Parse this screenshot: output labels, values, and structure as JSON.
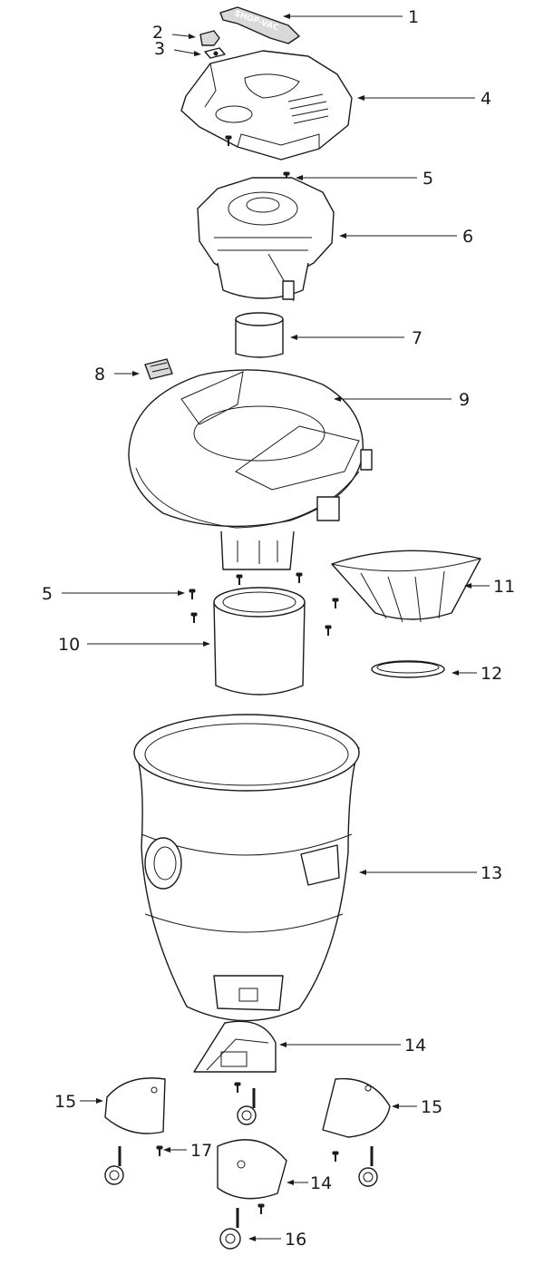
{
  "diagram": {
    "type": "exploded-parts-view",
    "handle_logo_text": "SHOP-VAC",
    "callouts": [
      {
        "id": "c1",
        "label": "1"
      },
      {
        "id": "c2",
        "label": "2"
      },
      {
        "id": "c3",
        "label": "3"
      },
      {
        "id": "c4",
        "label": "4"
      },
      {
        "id": "c5a",
        "label": "5"
      },
      {
        "id": "c6",
        "label": "6"
      },
      {
        "id": "c7",
        "label": "7"
      },
      {
        "id": "c8",
        "label": "8"
      },
      {
        "id": "c9",
        "label": "9"
      },
      {
        "id": "c5b",
        "label": "5"
      },
      {
        "id": "c10",
        "label": "10"
      },
      {
        "id": "c11",
        "label": "11"
      },
      {
        "id": "c12",
        "label": "12"
      },
      {
        "id": "c13",
        "label": "13"
      },
      {
        "id": "c14a",
        "label": "14"
      },
      {
        "id": "c15a",
        "label": "15"
      },
      {
        "id": "c15b",
        "label": "15"
      },
      {
        "id": "c17",
        "label": "17"
      },
      {
        "id": "c14b",
        "label": "14"
      },
      {
        "id": "c16",
        "label": "16"
      }
    ]
  }
}
